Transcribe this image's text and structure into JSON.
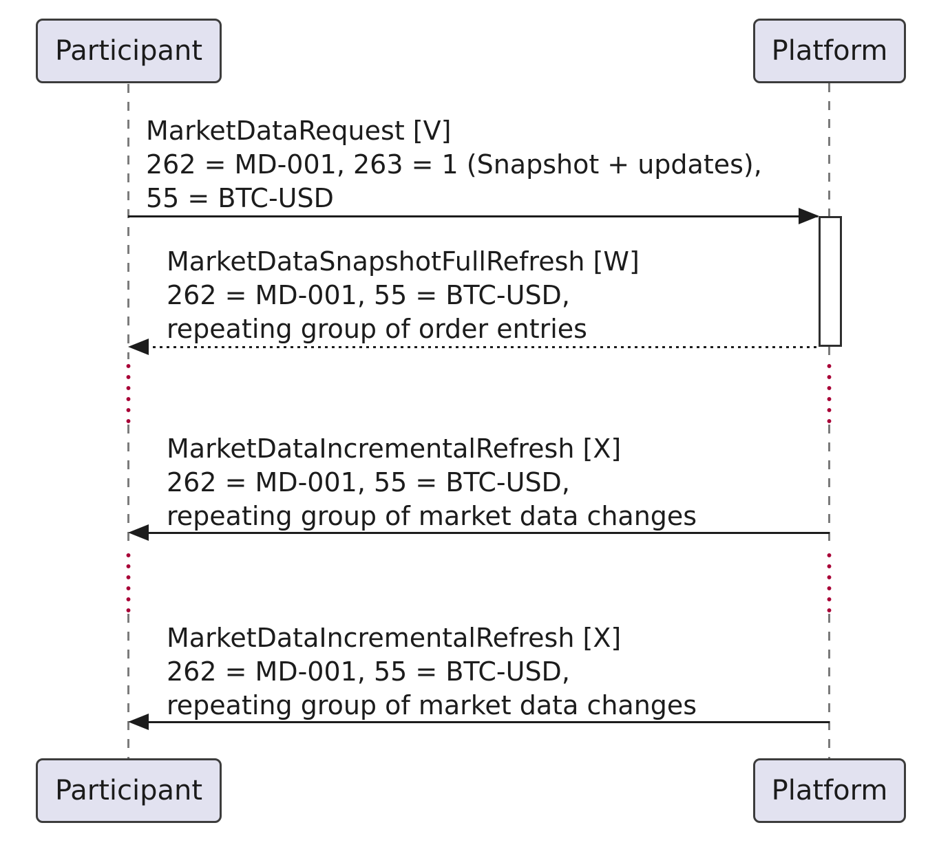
{
  "diagram": {
    "type": "uml-sequence-diagram",
    "actors": [
      {
        "name": "Participant"
      },
      {
        "name": "Platform"
      }
    ],
    "messages": [
      {
        "from": "Participant",
        "to": "Platform",
        "line_style": "solid",
        "lines": [
          "MarketDataRequest [V]",
          "262 = MD-001, 263 = 1 (Snapshot + updates),",
          "55 = BTC-USD"
        ]
      },
      {
        "from": "Platform",
        "to": "Participant",
        "line_style": "dotted",
        "lines": [
          "MarketDataSnapshotFullRefresh [W]",
          "262 = MD-001, 55 = BTC-USD,",
          "repeating group of order entries"
        ]
      },
      {
        "from": "Platform",
        "to": "Participant",
        "line_style": "solid",
        "lines": [
          "MarketDataIncrementalRefresh [X]",
          "262 = MD-001, 55 = BTC-USD,",
          "repeating group of market data changes"
        ]
      },
      {
        "from": "Platform",
        "to": "Participant",
        "line_style": "solid",
        "lines": [
          "MarketDataIncrementalRefresh [X]",
          "262 = MD-001, 55 = BTC-USD,",
          "repeating group of market data changes"
        ]
      }
    ],
    "colors": {
      "background": "#FFFFFF",
      "actor_fill": "#E2E2F0",
      "actor_border": "#3C3C3C",
      "lifeline": "#7B7B7B",
      "message": "#1C1C1C",
      "delay_dots": "#A80036"
    }
  }
}
